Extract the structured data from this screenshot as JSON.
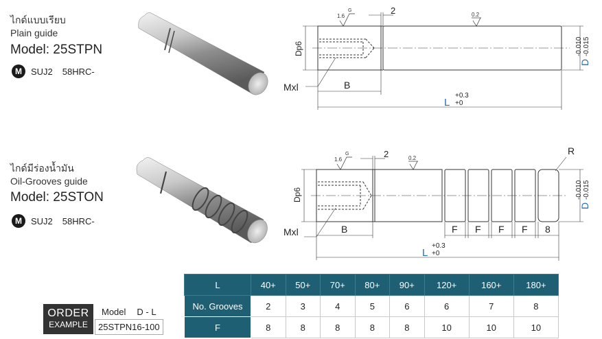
{
  "top": {
    "thai": "ไกด์แบบเรียบ",
    "name": "Plain guide",
    "model": "Model: 25STPN",
    "material_badge": "M",
    "material": "SUJ2",
    "hardness": "58HRC-"
  },
  "bottom": {
    "thai": "ไกด์มีร่องน้ำมัน",
    "name": "Oil-Grooves guide",
    "model": "Model: 25STON",
    "material_badge": "M",
    "material": "SUJ2",
    "hardness": "58HRC-"
  },
  "drawing1": {
    "rough1": "1.6",
    "g": "G",
    "two": "2",
    "rough2": "0.2",
    "dp": "Dp6",
    "mxl": "Mxl",
    "b": "B",
    "l": "L",
    "tol_up": "+0.3",
    "tol_dn": "+0",
    "d": "D",
    "d_up": "-0.010",
    "d_dn": "-0.015"
  },
  "drawing2": {
    "rough1": "1.6",
    "g": "G",
    "two": "2",
    "rough2": "0.2",
    "r": "R",
    "dp": "Dp6",
    "mxl": "Mxl",
    "b": "B",
    "f": "F",
    "eight": "8",
    "l": "L",
    "tol_up": "+0.3",
    "tol_dn": "+0",
    "d": "D",
    "d_up": "-0.010",
    "d_dn": "-0.015"
  },
  "table": {
    "header": [
      "L",
      "40+",
      "50+",
      "70+",
      "80+",
      "90+",
      "120+",
      "160+",
      "180+"
    ],
    "rows": [
      [
        "No. Grooves",
        "2",
        "3",
        "4",
        "5",
        "6",
        "6",
        "7",
        "8"
      ],
      [
        "F",
        "8",
        "8",
        "8",
        "8",
        "8",
        "10",
        "10",
        "10"
      ]
    ]
  },
  "order": {
    "label1": "ORDER",
    "label2": "EXAMPLE",
    "model": "Model",
    "dl": "D - L",
    "example": "25STPN16-100"
  },
  "colors": {
    "header": "#1e5f74",
    "dim_blue": "#2b6cb0"
  }
}
